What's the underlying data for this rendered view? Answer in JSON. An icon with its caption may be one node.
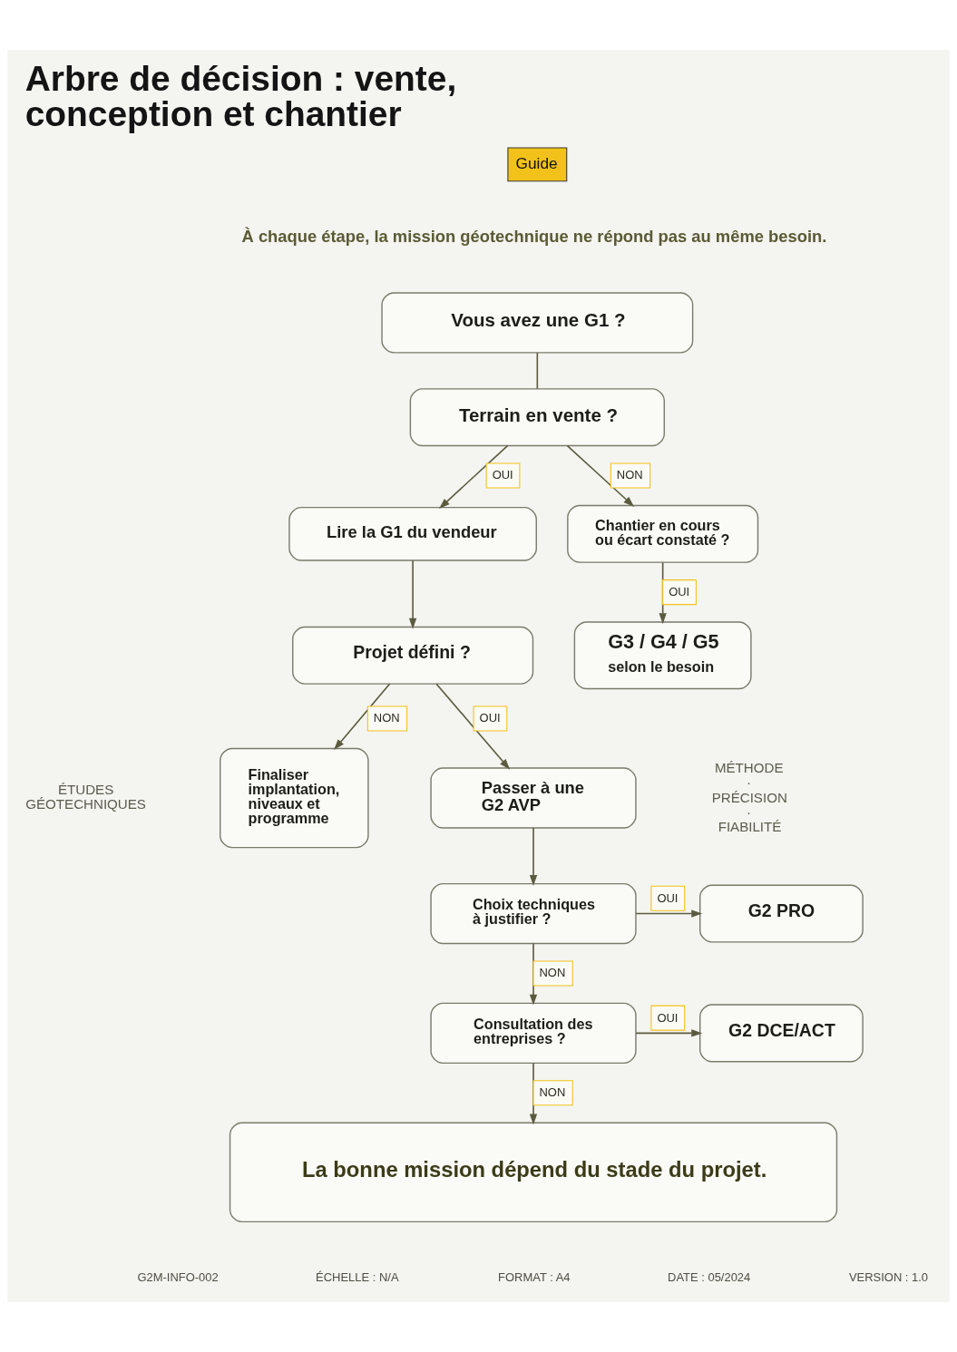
{
  "diagram": {
    "title": "Arbre de décision : vente, conception et chantier",
    "nodes": [
      {
        "text": [
          "Vous avez une G1 ?"
        ]
      },
      {
        "text": [
          "Terrain en vente ?"
        ]
      },
      {
        "text": [
          "Lire la G1 du vendeur"
        ]
      },
      {
        "text": [
          "Chantier en cours ou écart constaté ?"
        ]
      },
      {
        "text": [
          "Projet défini ?"
        ]
      },
      {
        "text": [
          "G3 / G4 / G5",
          "selon le besoin"
        ]
      },
      {
        "text": [
          "Finaliser implantation, niveaux et programme"
        ]
      },
      {
        "text": [
          "Passer à une G2 AVP"
        ]
      },
      {
        "text": [
          "Choix techniques à justifier ?"
        ]
      },
      {
        "text": [
          "G2 PRO"
        ]
      },
      {
        "text": [
          "Consultation des entreprises ?"
        ]
      },
      {
        "text": [
          "G2 DCE/ACT"
        ]
      },
      {
        "text": [
          "La bonne mission dépend du stade du projet."
        ]
      }
    ],
    "edges": [
      {
        "from": 0,
        "to": 1,
        "arrow": "none"
      },
      {
        "from": 1,
        "to": 2,
        "arrow": "to",
        "label": "OUI"
      },
      {
        "from": 1,
        "to": 3,
        "arrow": "to",
        "label": "NON"
      },
      {
        "from": 2,
        "to": 4,
        "arrow": "to"
      },
      {
        "from": 3,
        "to": 5,
        "arrow": "to",
        "label": "OUI"
      },
      {
        "from": 4,
        "to": 6,
        "arrow": "to",
        "label": "NON"
      },
      {
        "from": 4,
        "to": 7,
        "arrow": "to",
        "label": "OUI"
      },
      {
        "from": 7,
        "to": 8,
        "arrow": "to"
      },
      {
        "from": 8,
        "to": 9,
        "arrow": "to",
        "label": "OUI"
      },
      {
        "from": 8,
        "to": 10,
        "arrow": "to",
        "label": "NON"
      },
      {
        "from": 10,
        "to": 11,
        "arrow": "to",
        "label": "OUI"
      },
      {
        "from": 10,
        "to": 12,
        "arrow": "to",
        "label": "NON"
      }
    ],
    "labels": [
      "Guide",
      "À chaque étape, la mission géotechnique ne répond pas au même besoin.",
      "ÉTUDES GÉOTECHNIQUES",
      "MÉTHODE · PRÉCISION · FIABILITÉ",
      "G2M-INFO-002",
      "ÉCHELLE : N/A",
      "FORMAT : A4",
      "DATE : 05/2024",
      "VERSION : 1.0"
    ]
  }
}
